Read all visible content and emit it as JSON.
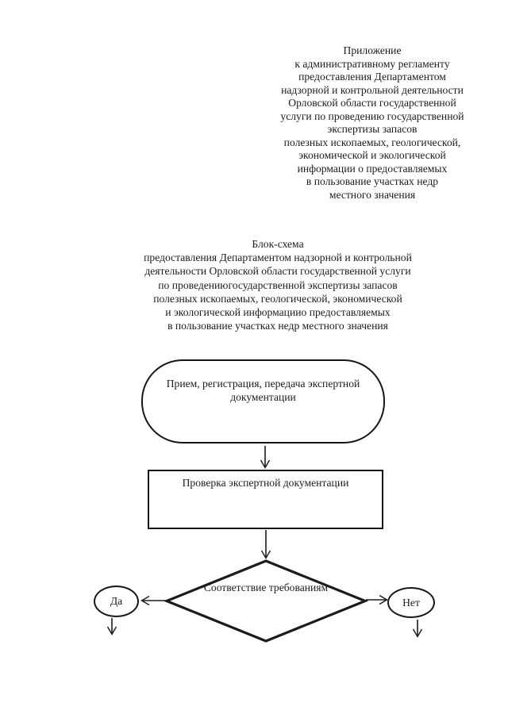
{
  "document": {
    "appendix_note": {
      "lines": [
        "Приложение",
        "к административному регламенту",
        "предоставления Департаментом",
        "надзорной и контрольной деятельности",
        "Орловской области государственной",
        "услуги по проведению государственной",
        "экспертизы запасов",
        "полезных ископаемых, геологической,",
        "экономической и экологической",
        "информации о предоставляемых",
        "в пользование участках недр",
        "местного значения"
      ]
    },
    "title": {
      "lines": [
        "Блок-схема",
        "предоставления Департаментом надзорной и контрольной",
        "деятельности Орловской области государственной услуги",
        "по проведениюгосударственной экспертизы запасов",
        "полезных ископаемых, геологической, экономической",
        "и экологической информациио предоставляемых",
        "в пользование участках недр местного значения"
      ]
    }
  },
  "flowchart": {
    "nodes": {
      "start": {
        "shape": "stadium",
        "label": "Прием, регистрация, передача экспертной документации"
      },
      "check": {
        "shape": "rectangle",
        "label": "Проверка экспертной документации"
      },
      "decision": {
        "shape": "diamond",
        "label": "Соответствие требованиям"
      },
      "yes": {
        "shape": "ellipse",
        "label": "Да"
      },
      "no": {
        "shape": "ellipse",
        "label": "Нет"
      }
    },
    "edges": [
      {
        "from": "start",
        "to": "check"
      },
      {
        "from": "check",
        "to": "decision"
      },
      {
        "from": "decision",
        "to": "yes"
      },
      {
        "from": "decision",
        "to": "no"
      },
      {
        "from": "yes",
        "to": null
      },
      {
        "from": "no",
        "to": null
      }
    ],
    "ink_color": "#1b1b1b",
    "paper_color": "#ffffff"
  }
}
